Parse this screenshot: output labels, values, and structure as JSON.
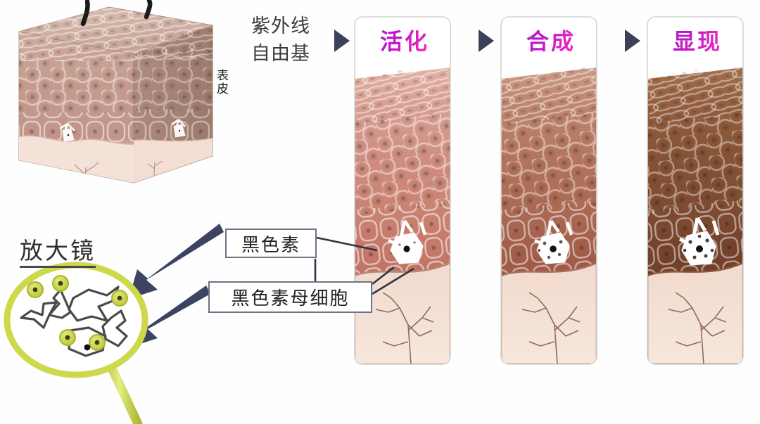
{
  "meta": {
    "background_color": "#fefefe",
    "title_gradient_start": "#8b2fd0",
    "title_gradient_end": "#ff57c8",
    "arrow_color": "#3d4463",
    "magnifier_color": "#cdd84a",
    "callout_border_color": "#6b7385"
  },
  "stimulus": {
    "label": "紫外线\n自由基"
  },
  "skin_block": {
    "epidermis_label": "表皮"
  },
  "magnifier": {
    "label": "放大镜"
  },
  "callouts": [
    {
      "id": "melanin",
      "label": "黑色素"
    },
    {
      "id": "melanocyte",
      "label": "黑色素母细胞"
    }
  ],
  "panels": [
    {
      "id": "activation",
      "title": "活化",
      "stratum_color": "#d9a398",
      "spinous_color": "#cf9084",
      "basal_color": "#c88779",
      "dermis_color": "#f0ddd2",
      "melanin_level": 1
    },
    {
      "id": "synthesis",
      "title": "合成",
      "stratum_color": "#c08a76",
      "spinous_color": "#b0705c",
      "basal_color": "#a9654f",
      "dermis_color": "#eedcd0",
      "melanin_level": 2
    },
    {
      "id": "appearance",
      "title": "显现",
      "stratum_color": "#9a6347",
      "spinous_color": "#89513a",
      "basal_color": "#7e4833",
      "dermis_color": "#eedbce",
      "melanin_level": 3
    }
  ],
  "arrows": {
    "step_arrow_icon": "triangle-right",
    "count": 3
  }
}
